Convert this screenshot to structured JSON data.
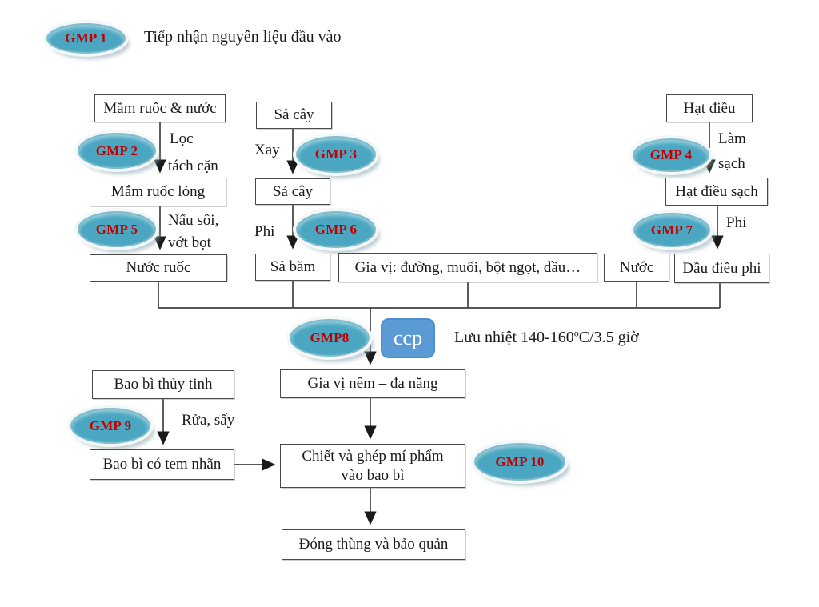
{
  "header": {
    "gmp1": "GMP 1",
    "title": "Tiếp nhận nguyên liệu đầu vào"
  },
  "gmp_labels": {
    "g2": "GMP 2",
    "g3": "GMP 3",
    "g4": "GMP 4",
    "g5": "GMP 5",
    "g6": "GMP 6",
    "g7": "GMP 7",
    "g8": "GMP8",
    "g9": "GMP 9",
    "g10": "GMP 10"
  },
  "boxes": {
    "mam_ruoc_nuoc": "Mắm ruốc & nước",
    "sa_cay_1": "Sả cây",
    "hat_dieu": "Hạt điều",
    "mam_ruoc_long": "Mắm ruốc lỏng",
    "sa_cay_2": "Sả cây",
    "hat_dieu_sach": "Hạt điều sạch",
    "nuoc_ruoc": "Nước ruốc",
    "sa_bam": "Sả băm",
    "gia_vi": "Gia vị: đường, muối, bột ngọt, dầu…",
    "nuoc": "Nước",
    "dau_dieu_phi": "Dầu điều phi",
    "gia_vi_nem": "Gia vị nêm – đa năng",
    "bao_bi_thuy_tinh": "Bao bì thủy tinh",
    "bao_bi_tem": "Bao bì có tem nhãn",
    "chiet": "Chiết và ghép mí phẩm vào bao bì",
    "dong_thung": "Đóng thùng và bảo quản"
  },
  "edge_labels": {
    "loc": "Lọc",
    "tach_can": "tách cặn",
    "xay": "Xay",
    "lam": "Làm",
    "sach": "sạch",
    "nau_soi": "Nấu sôi,",
    "vot_bot": "vớt bọt",
    "phi_mid": "Phi",
    "phi_right": "Phi",
    "rua_say": "Rửa, sấy"
  },
  "ccp": {
    "label": "ccp",
    "note_pre": "Lưu nhiệt 140-160",
    "note_sup": "o",
    "note_post": "C/3.5 giờ"
  },
  "colors": {
    "oval_fill": "#4ba7c1",
    "oval_text": "#c00000",
    "ccp_fill": "#5b9bd5",
    "ccp_text": "#ffffff",
    "line": "#404040"
  }
}
